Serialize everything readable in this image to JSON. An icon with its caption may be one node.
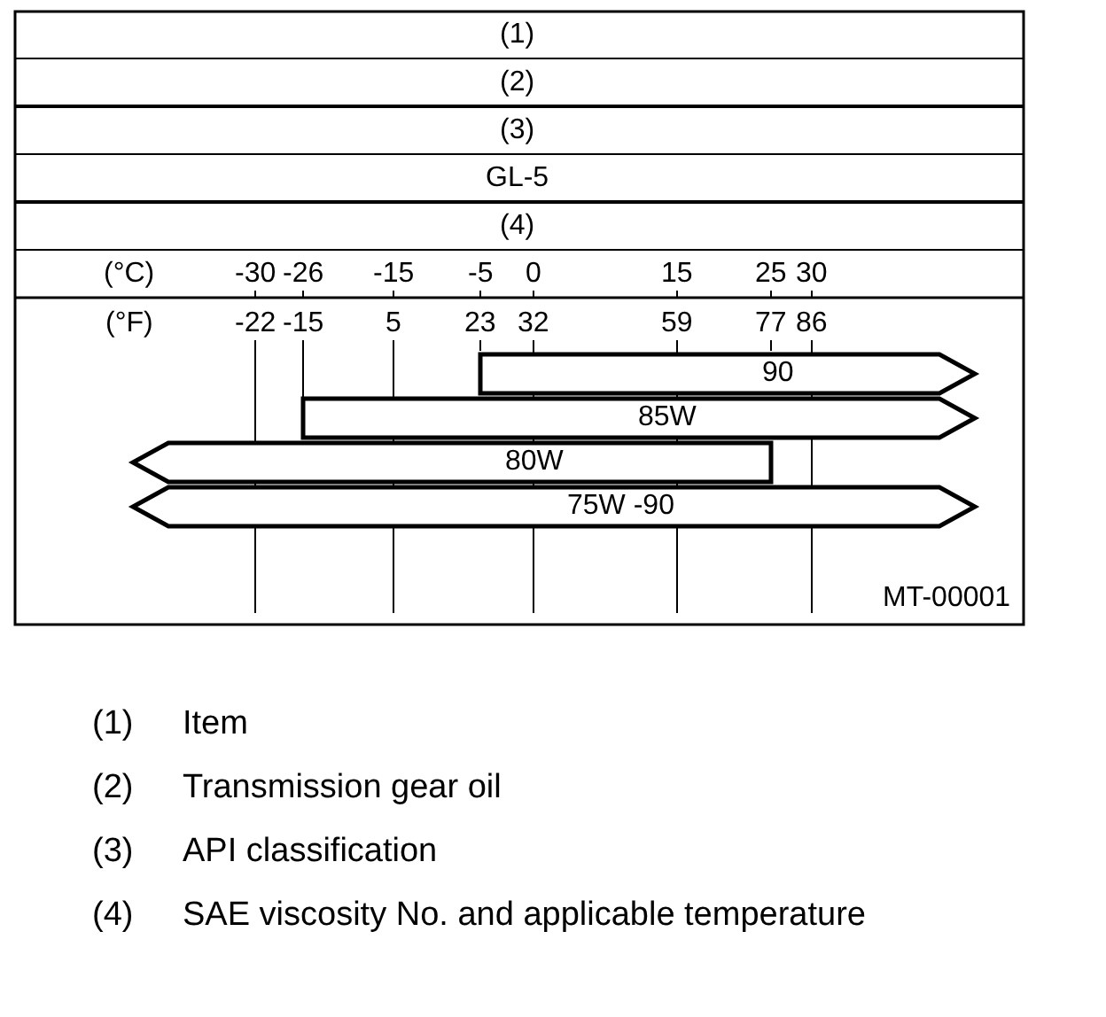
{
  "diagram": {
    "nodes": [
      {
        "text": [
          "90"
        ]
      },
      {
        "text": [
          "85W"
        ]
      },
      {
        "text": [
          "80W"
        ]
      },
      {
        "text": [
          "75W -90"
        ]
      }
    ],
    "edges": [],
    "labels": [
      "(1)",
      "(2)",
      "(3)",
      "GL-5",
      "(4)",
      "(°C)",
      "-30",
      "-26",
      "-15",
      "-5",
      "0",
      "15",
      "25",
      "30",
      "(°F)",
      "-22",
      "-15",
      "5",
      "23",
      "32",
      "59",
      "77",
      "86",
      "MT-00001",
      "(1)",
      "Item",
      "(2)",
      "Transmission gear oil",
      "(3)",
      "API classification",
      "(4)",
      "SAE viscosity No. and applicable temperature"
    ]
  }
}
